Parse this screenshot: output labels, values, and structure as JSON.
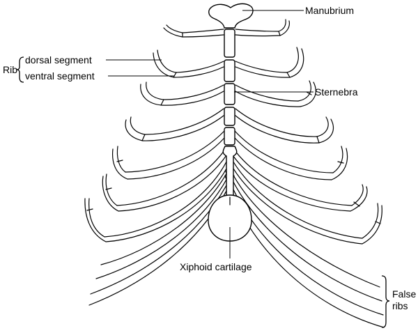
{
  "labels": {
    "manubrium": "Manubrium",
    "rib": "Rib",
    "dorsal_segment": "dorsal segment",
    "ventral_segment": "ventral segment",
    "sternebra": "Sternebra",
    "xiphoid_cartilage": "Xiphoid cartilage",
    "false_ribs_line1": "False",
    "false_ribs_line2": "ribs"
  },
  "colors": {
    "ink": "#000000",
    "paper": "#ffffff"
  }
}
